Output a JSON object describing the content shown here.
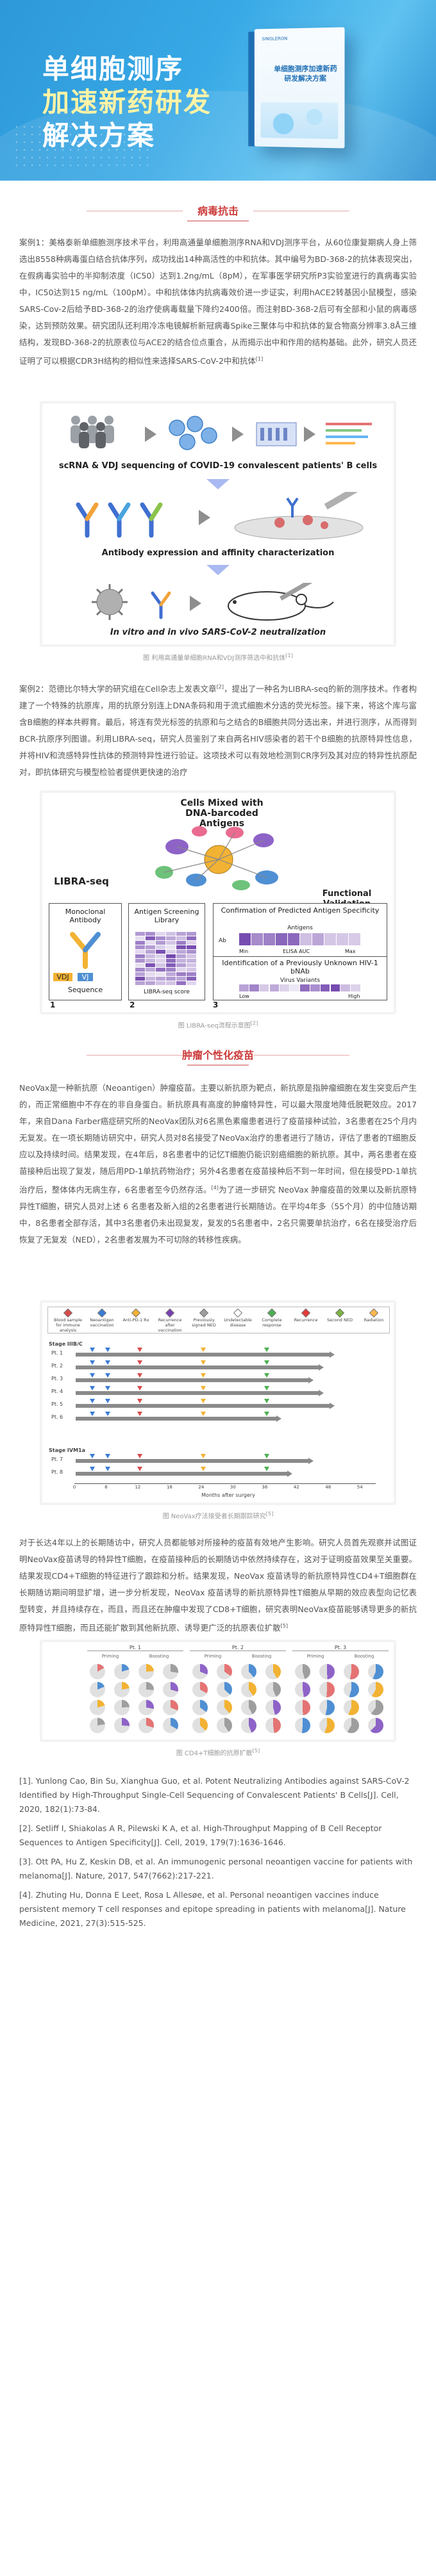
{
  "banner": {
    "line1": "单细胞测序",
    "line2": "加速新药研发",
    "line3": "解决方案",
    "book_logo": "SINGLERON",
    "book_title": "单细胞测序加速新药研发解决方案"
  },
  "section1": {
    "title": "病毒抗击"
  },
  "section1_para1": "案例1：美格泰新单细胞测序技术平台，利用高通量单细胞测序RNA和VDJ测序平台，从60位康复期病人身上筛选出8558种病毒蛋白结合抗体序列，成功找出14种高活性的中和抗体。其中编号为BD-368-2的抗体表现突出，在假病毒实验中的半抑制浓度（IC50）达到1.2ng/mL（8pM），在军事医学研究所P3实验室进行的真病毒实验中，IC50达到15 ng/mL（100pM）。中和抗体体内抗病毒效价进一步证实，利用hACE2转基因小鼠模型，感染SARS-Cov-2后给予BD-368-2的治疗使病毒载量下降约2400倍。而注射BD-368-2后可有全部和小鼠的病毒感染，达到预防效果。研究团队还利用冷冻电镜解析新冠病毒Spike三聚体与中和抗体的复合物高分辨率3.8Å三维结构，发现BD-368-2的抗原表位与ACE2的结合位点重合，从而揭示出中和作用的结构基础。此外，研究人员还证明了可以根据CDR3H结构的相似性来选择SARS-CoV-2中和抗体",
  "section1_para1_ref": "[1]",
  "figure1": {
    "step1": "scRNA & VDJ sequencing of COVID-19 convalescent patients' B cells",
    "step2": "Antibody expression and affinity characterization",
    "step3": "In vitro and in vivo SARS-CoV-2 neutralization",
    "caption": "图 利用高通量单细胞RNA和VDJ测序筛选中和抗体",
    "caption_ref": "[1]"
  },
  "section1_para2": "案例2：范德比尔特大学的研究组在Cell杂志上发表文章",
  "section1_para2_ref1": "[2]",
  "section1_para2_b": "，提出了一种名为LIBRA-seq的新的测序技术。作者构建了一个特殊的抗原库，用的抗原分别连上DNA条码和用于流式细胞术分选的荧光标签。接下来，将这个库与富含B细胞的样本共孵育。最后，将连有荧光标签的抗原和与之结合的B细胞共同分选出来，并进行测序，从而得到BCR-抗原序列图谱。利用LIBRA-seq，研究人员鉴别了来自两名HIV感染者的若干个B细胞的抗原特异性信息，并将HIV和流感特异性抗体的预测特异性进行验证。这项技术可以有效地检测到CR序列及其对应的特异性抗原配对，即抗体研究与模型检验者提供更快速的治疗",
  "figure2": {
    "title": "LIBRA-seq",
    "center_title": "Cells Mixed with DNA-barcoded Antigens",
    "func_title": "Functional Validation",
    "mono": "Monoclonal Antibody",
    "screen": "Antigen Screening Library",
    "confirm": "Confirmation of Predicted Antigen Specificity",
    "antigens": "Antigens",
    "identify": "Identification of a Previously Unknown HIV-1 bNAb",
    "virus": "Virus Variants",
    "vdj": "VDJ",
    "vj": "VJ",
    "sequence": "Sequence",
    "libra_score": "LIBRA-seq score",
    "elisa": "ELISA AUC",
    "min": "Min",
    "max": "Max",
    "low": "Low",
    "high": "High",
    "ab": "Ab",
    "n1": "1",
    "n2": "2",
    "n3": "3",
    "caption": "图 LIBRA-seq流程示意图",
    "caption_ref": "[2]"
  },
  "section2": {
    "title": "肿瘤个性化疫苗"
  },
  "section2_para1": "NeoVax是一种新抗原（Neoantigen）肿瘤疫苗。主要以新抗原为靶点，新抗原是指肿瘤细胞在发生突变后产生的，而正常细胞中不存在的非自身蛋白。新抗原具有高度的肿瘤特异性，可以最大限度地降低脱靶效应。2017年，来自Dana Farber癌症研究所的NeoVax团队对6名黑色素瘤患者进行了疫苗接种试验，3名患者在25个月内无复发。在一项长期随访研究中，研究人员对8名接受了NeoVax治疗的患者进行了随访，评估了患者的T细胞反应以及持续时间。结果发现，在4年后，8名患者中的记忆T细胞仍能识别癌细胞的新抗原。其中，两名患者在疫苗接种后出现了复发，随后用PD-1单抗药物治疗；另外4名患者在疫苗接种后不到一年时间，但在接受PD-1单抗治疗后，整体体内无病生存，6名患者至今仍然存活。",
  "section2_para1_ref": "[4]",
  "section2_para1_b": "为了进一步研究 NeoVax 肿瘤疫苗的效果以及新抗原特异性T细胞，研究人员对上述 6 名患者及新入组的2名患者进行长期随访。在平均4年多（55个月）的中位随访期中，8名患者全部存活，其中3名患者仍未出现复发，复发的5名患者中，2名只需要单抗治疗，6名在接受治疗后恢复了无复发（NED），2名患者发展为不可切除的转移性疾病。",
  "timeline": {
    "legend": [
      "Blood sample for immune analysis",
      "Neoantigen vaccination",
      "Anti-PD-1 Rx",
      "Recurrence after vaccination",
      "Previously signed NED",
      "Undetectable disease",
      "Complete response",
      "Recurrence",
      "Second NED",
      "Radiation"
    ],
    "group1": "Stage IIIB/C",
    "group2": "Stage IVM1a",
    "rows": [
      "Pt. 1",
      "Pt. 2",
      "Pt. 3",
      "Pt. 4",
      "Pt. 5",
      "Pt. 6",
      "Pt. 7",
      "Pt. 8"
    ],
    "bar_lengths": [
      48,
      46,
      44,
      46,
      48,
      38,
      44,
      40
    ],
    "xlabel": "Months after surgery",
    "xticks": [
      "0",
      "6",
      "12",
      "18",
      "24",
      "30",
      "36",
      "42",
      "48",
      "54"
    ],
    "caption": "图 NeoVax疗法接受者长期跟踪研究",
    "caption_ref": "[5]"
  },
  "section2_para2": "对于长达4年以上的长期随访中，研究人员都能够对所接种的疫苗有效地产生影响。研究人员首先观察并试图证明NeoVax疫苗诱导的特异性T细胞，在疫苗接种后的长期随访中依然持续存在，这对于证明疫苗效果至关重要。结果发现CD4+T细胞的特征进行了跟踪和分析。结果发现，NeoVax 疫苗诱导的新抗原特异性CD4+T细胞群在长期随访期间明显扩增，进一步分析发现，NeoVax 疫苗诱导的新抗原特异性T细胞从早期的效应表型向记忆表型转变，并且持续存在，而且，而且还在肿瘤中发现了CD8+T细胞，研究表明NeoVax疫苗能够诱导更多的新抗原特异性T细胞，而且还能扩散到其他新抗原、诱导更广泛的抗原表位扩散",
  "section2_para2_ref": "[5]",
  "figure4": {
    "caption": "图 CD4+T细胞的抗原扩散",
    "caption_ref": "[5]",
    "columns": [
      "Pt. 1",
      "Pt. 2",
      "Pt. 3"
    ],
    "subcols": [
      "Priming",
      "Boosting"
    ]
  },
  "references": [
    "[1]. Yunlong Cao, Bin Su, Xianghua Guo, et al. Potent Neutralizing Antibodies against SARS-CoV-2 Identified by High-Throughput Single-Cell Sequencing of Convalescent Patients' B Cells[J]. Cell, 2020, 182(1):73-84.",
    "[2]. Setliff I, Shiakolas A R, Pilewski K A, et al. High-Throughput Mapping of B Cell Receptor Sequences to Antigen Specificity[J]. Cell, 2019, 179(7):1636-1646.",
    "[3]. Ott PA, Hu Z, Keskin DB, et al. An immunogenic personal neoantigen vaccine for patients with melanoma[J]. Nature, 2017, 547(7662):217-221.",
    "[4]. Zhuting Hu, Donna E Leet, Rosa L Allesøe, et al. Personal neoantigen vaccines induce persistent memory T cell responses and epitope spreading in patients with melanoma[J]. Nature Medicine, 2021, 27(3):515-525."
  ],
  "colors": {
    "banner": "#38a9e6",
    "accent_red": "#cc3b3b",
    "highlight_yellow": "#fff3a6",
    "arrow_blue": "#a9b9f1"
  }
}
